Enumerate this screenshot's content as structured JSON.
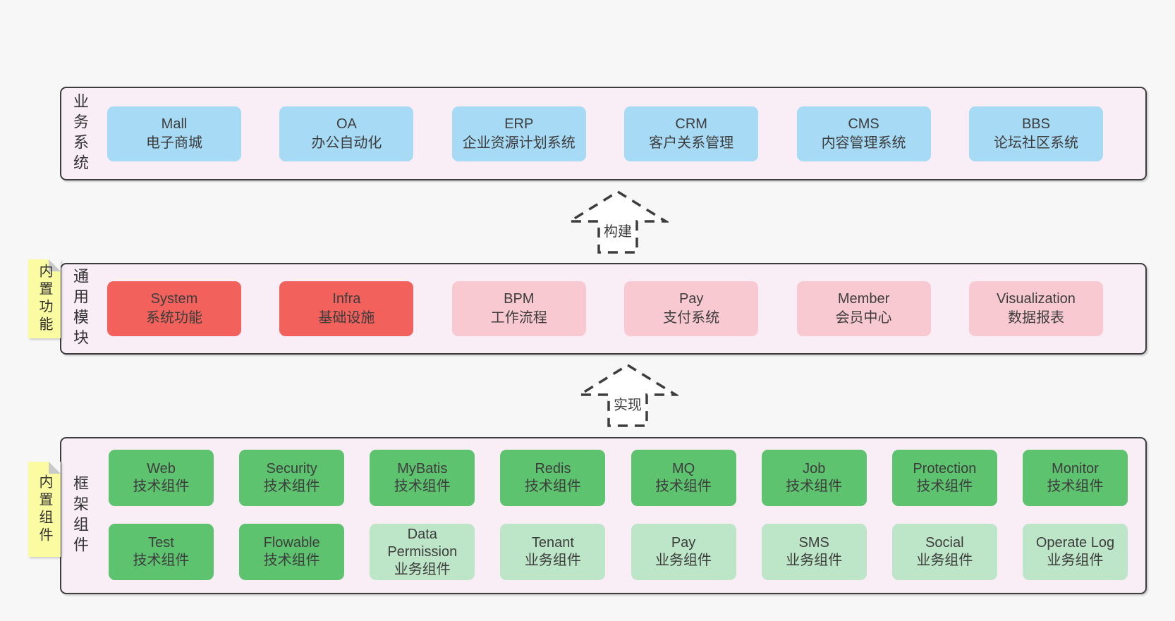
{
  "colors": {
    "page_bg": "#f7f7f7",
    "panel_bg": "#f9edf6",
    "panel_border": "#3d3d3d",
    "blue_box": "#a7daf5",
    "red_box": "#f2615c",
    "pink_box": "#f9c9d2",
    "green_box": "#5dc36f",
    "light_green_box": "#bde6c8",
    "sticky_bg": "#fbfba1",
    "sticky_fold": "#c9c9c9",
    "text": "#3d3d3d"
  },
  "arrows": {
    "build": "构建",
    "implement": "实现"
  },
  "sections": {
    "business": {
      "label": "业务系统",
      "boxes": [
        {
          "name": "Mall",
          "desc": "电子商城",
          "variant": "blue"
        },
        {
          "name": "OA",
          "desc": "办公自动化",
          "variant": "blue"
        },
        {
          "name": "ERP",
          "desc": "企业资源计划系统",
          "variant": "blue"
        },
        {
          "name": "CRM",
          "desc": "客户关系管理",
          "variant": "blue"
        },
        {
          "name": "CMS",
          "desc": "内容管理系统",
          "variant": "blue"
        },
        {
          "name": "BBS",
          "desc": "论坛社区系统",
          "variant": "blue"
        }
      ]
    },
    "modules": {
      "label": "通用模块",
      "sticky": "内置功能",
      "boxes": [
        {
          "name": "System",
          "desc": "系统功能",
          "variant": "red"
        },
        {
          "name": "Infra",
          "desc": "基础设施",
          "variant": "red"
        },
        {
          "name": "BPM",
          "desc": "工作流程",
          "variant": "pink"
        },
        {
          "name": "Pay",
          "desc": "支付系统",
          "variant": "pink"
        },
        {
          "name": "Member",
          "desc": "会员中心",
          "variant": "pink"
        },
        {
          "name": "Visualization",
          "desc": "数据报表",
          "variant": "pink"
        }
      ]
    },
    "framework": {
      "label": "框架组件",
      "sticky": "内置组件",
      "rows": [
        [
          {
            "name": "Web",
            "desc": "技术组件",
            "variant": "green"
          },
          {
            "name": "Security",
            "desc": "技术组件",
            "variant": "green"
          },
          {
            "name": "MyBatis",
            "desc": "技术组件",
            "variant": "green"
          },
          {
            "name": "Redis",
            "desc": "技术组件",
            "variant": "green"
          },
          {
            "name": "MQ",
            "desc": "技术组件",
            "variant": "green"
          },
          {
            "name": "Job",
            "desc": "技术组件",
            "variant": "green"
          },
          {
            "name": "Protection",
            "desc": "技术组件",
            "variant": "green"
          },
          {
            "name": "Monitor",
            "desc": "技术组件",
            "variant": "green"
          }
        ],
        [
          {
            "name": "Test",
            "desc": "技术组件",
            "variant": "green"
          },
          {
            "name": "Flowable",
            "desc": "技术组件",
            "variant": "green"
          },
          {
            "name": "Data Permission",
            "desc": "业务组件",
            "variant": "light-green"
          },
          {
            "name": "Tenant",
            "desc": "业务组件",
            "variant": "light-green"
          },
          {
            "name": "Pay",
            "desc": "业务组件",
            "variant": "light-green"
          },
          {
            "name": "SMS",
            "desc": "业务组件",
            "variant": "light-green"
          },
          {
            "name": "Social",
            "desc": "业务组件",
            "variant": "light-green"
          },
          {
            "name": "Operate Log",
            "desc": "业务组件",
            "variant": "light-green"
          }
        ]
      ]
    }
  }
}
